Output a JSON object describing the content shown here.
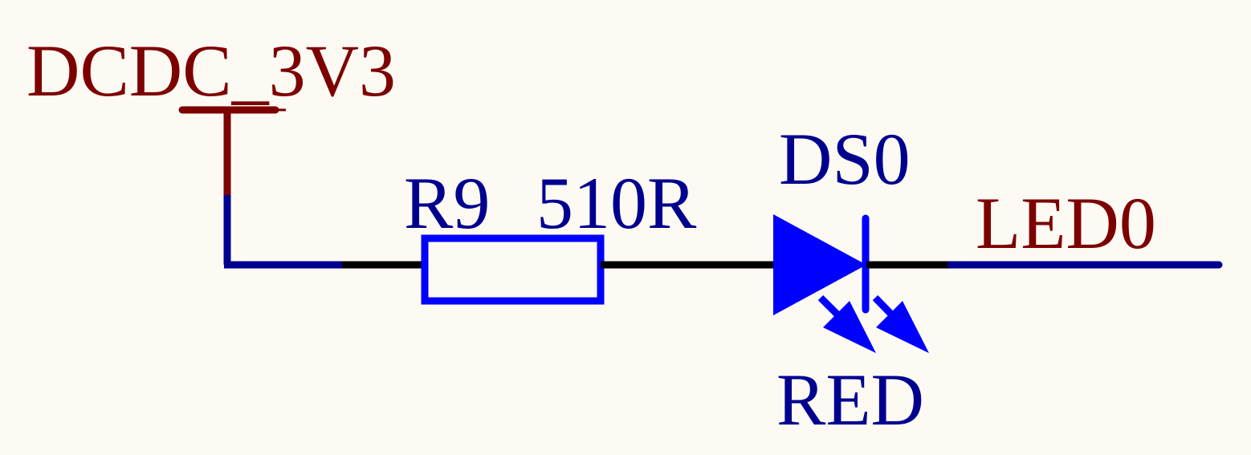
{
  "colors": {
    "background": "#fdfaf4",
    "net_label": "#7d0000",
    "component_label": "#00008f",
    "component_body": "#0000ff",
    "wire_blue": "#00008f",
    "wire_black": "#000000",
    "power_port": "#7d0000"
  },
  "power_port": {
    "net": "DCDC_3V3"
  },
  "resistor": {
    "designator": "R9",
    "value": "510R"
  },
  "led": {
    "designator": "DS0",
    "value": "RED"
  },
  "net_label": {
    "name": "LED0"
  }
}
